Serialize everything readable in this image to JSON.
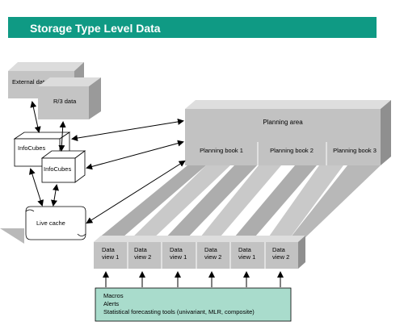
{
  "header": {
    "title": "Storage Type Level Data"
  },
  "sources": {
    "external": "External data",
    "r3": "R/3 data"
  },
  "infocubes": {
    "back": "InfoCubes",
    "front": "InfoCubes"
  },
  "live_cache": "Live cache",
  "planning_area": {
    "title": "Planning area",
    "books": [
      "Planning book 1",
      "Planning book 2",
      "Planning book 3"
    ]
  },
  "data_views": [
    {
      "line1": "Data",
      "line2": "view 1"
    },
    {
      "line1": "Data",
      "line2": "view 2"
    },
    {
      "line1": "Data",
      "line2": "view 1"
    },
    {
      "line1": "Data",
      "line2": "view 2"
    },
    {
      "line1": "Data",
      "line2": "view 1"
    },
    {
      "line1": "Data",
      "line2": "view 2"
    }
  ],
  "tools": {
    "lines": [
      "Macros",
      "Alerts",
      "Statistical forecasting tools (univariant, MLR, composite)"
    ]
  },
  "colors": {
    "banner": "#0f9a84",
    "box_light": "#cfcfcf",
    "box_mid": "#b3b3b3",
    "box_dark": "#8c8c8c",
    "tools_fill": "#a9dccc"
  }
}
